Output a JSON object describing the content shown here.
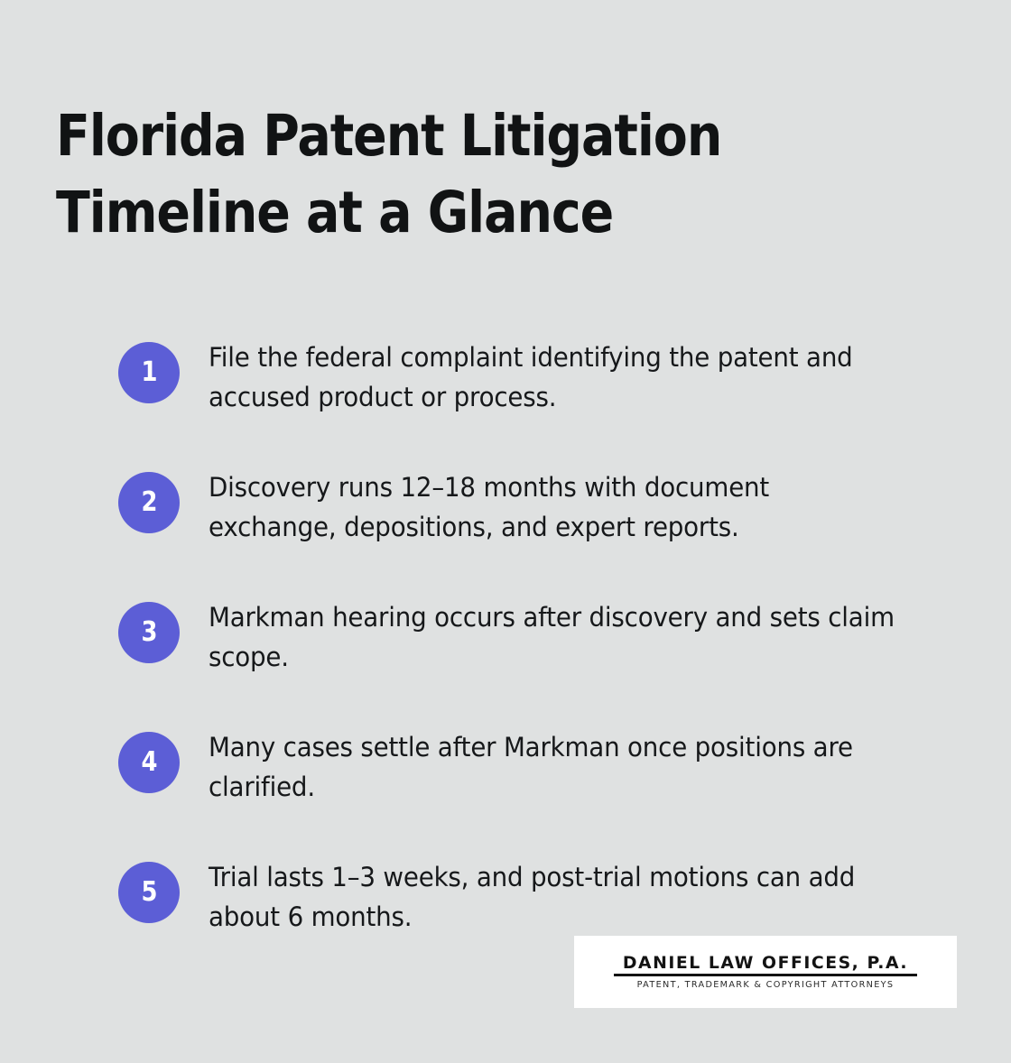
{
  "page": {
    "background_color": "#dfe1e1",
    "title": "Florida Patent Litigation\nTimeline at a Glance",
    "title_color": "#111314",
    "accent_color": "#5c5ed6",
    "body_text_color": "#16181a"
  },
  "steps": [
    {
      "number": "1",
      "text": "File the federal complaint identifying the patent and accused product or process."
    },
    {
      "number": "2",
      "text": "Discovery runs 12–18 months with document exchange, depositions, and expert reports."
    },
    {
      "number": "3",
      "text": "Markman hearing occurs after discovery and sets claim scope."
    },
    {
      "number": "4",
      "text": "Many cases settle after Markman once positions are clarified."
    },
    {
      "number": "5",
      "text": "Trial lasts 1–3 weeks, and post-trial motions can add about 6 months."
    }
  ],
  "logo": {
    "name": "DANIEL LAW OFFICES, P.A.",
    "tagline": "PATENT, TRADEMARK & COPYRIGHT ATTORNEYS",
    "plate_background": "#ffffff",
    "text_color": "#131313"
  }
}
